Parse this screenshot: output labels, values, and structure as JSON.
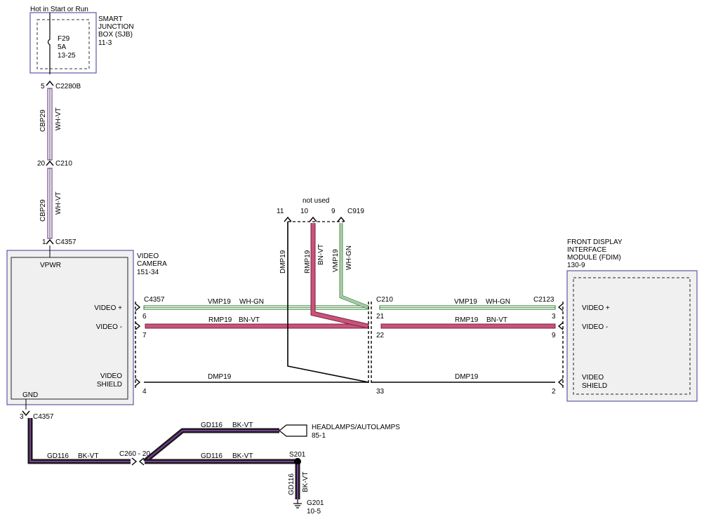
{
  "power": {
    "feed_label": "Hot in Start or Run",
    "sjb_name": "SMART JUNCTION BOX (SJB)",
    "sjb_name_lines": [
      "SMART",
      "JUNCTION",
      "BOX (SJB)"
    ],
    "sjb_ref": "11-3",
    "fuse_id": "F29",
    "fuse_rating": "5A",
    "fuse_ref": "13-25"
  },
  "connectors": {
    "c2280b": {
      "name": "C2280B",
      "pin": "5"
    },
    "c210_top": {
      "name": "C210",
      "pin": "20"
    },
    "c4357_top": {
      "name": "C4357",
      "pin": "1"
    },
    "c4357_bottom": {
      "name": "C4357",
      "pin": "3"
    },
    "c4357_right": {
      "name": "C4357",
      "pins": [
        "6",
        "7",
        "4"
      ]
    },
    "c210_mid": {
      "name": "C210",
      "pins": [
        "21",
        "22",
        "33"
      ]
    },
    "c2123": {
      "name": "C2123",
      "pins": [
        "3",
        "9",
        "2"
      ]
    },
    "c919": {
      "name": "C919",
      "pins": [
        "11",
        "10",
        "9"
      ],
      "note": "not used"
    },
    "c260": {
      "name": "C260",
      "pin": "20",
      "label": "C260 - 20"
    }
  },
  "wires": {
    "cbp29_upper": {
      "circuit": "CBP29",
      "color": "WH-VT"
    },
    "cbp29_lower": {
      "circuit": "CBP29",
      "color": "WH-VT"
    },
    "vmp19_left": {
      "circuit": "VMP19",
      "color": "WH-GN"
    },
    "rmp19_left": {
      "circuit": "RMP19",
      "color": "BN-VT"
    },
    "dmp19_left": {
      "circuit": "DMP19"
    },
    "vmp19_right": {
      "circuit": "VMP19",
      "color": "WH-GN"
    },
    "rmp19_right": {
      "circuit": "RMP19",
      "color": "BN-VT"
    },
    "dmp19_right": {
      "circuit": "DMP19"
    },
    "dmp19_vert": {
      "circuit": "DMP19"
    },
    "rmp19_vert": {
      "circuit": "RMP19",
      "color": "BN-VT"
    },
    "vmp19_vert": {
      "circuit": "VMP19",
      "color": "WH-GN"
    },
    "gd116_camera": {
      "circuit": "GD116",
      "color": "BK-VT"
    },
    "gd116_headlamps": {
      "circuit": "GD116",
      "color": "BK-VT"
    },
    "gd116_s201": {
      "circuit": "GD116",
      "color": "BK-VT"
    },
    "gd116_ground": {
      "circuit": "GD116",
      "color": "BK-VT"
    }
  },
  "camera": {
    "name_lines": [
      "VIDEO",
      "CAMERA"
    ],
    "ref": "151-34",
    "vpwr": "VPWR",
    "gnd": "GND",
    "video_plus": "VIDEO +",
    "video_minus": "VIDEO -",
    "shield_lines": [
      "VIDEO",
      "SHIELD"
    ]
  },
  "fdim": {
    "name_lines": [
      "FRONT DISPLAY",
      "INTERFACE",
      "MODULE (FDIM)"
    ],
    "ref": "130-9",
    "video_plus": "VIDEO +",
    "video_minus": "VIDEO -",
    "shield_lines": [
      "VIDEO",
      "SHIELD"
    ]
  },
  "headlamps": {
    "name": "HEADLAMPS/AUTOLAMPS",
    "ref": "85-1"
  },
  "splice": {
    "name": "S201"
  },
  "ground": {
    "name": "G201",
    "ref": "10-5"
  },
  "colors": {
    "wh_vt": "#7b3f98",
    "wh_gn": "#3a9d3a",
    "bn_vt": "#c8547a",
    "bk_vt": "#1a1a1a",
    "module_border": "#5a5aa8",
    "module_fill": "#f0f0f0"
  }
}
